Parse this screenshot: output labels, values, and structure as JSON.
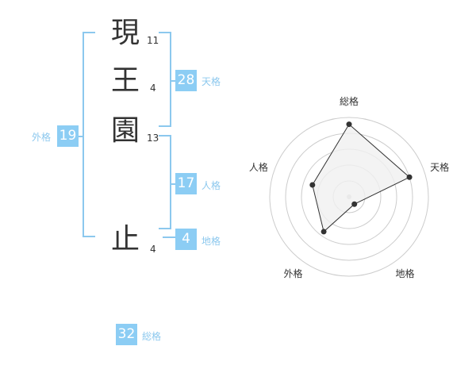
{
  "name": {
    "chars": [
      {
        "char": "現",
        "strokes": "11"
      },
      {
        "char": "王",
        "strokes": "4"
      },
      {
        "char": "園",
        "strokes": "13"
      },
      {
        "char": "止",
        "strokes": "4"
      }
    ]
  },
  "grid": {
    "tenkaku": {
      "value": "28",
      "label": "天格"
    },
    "jinkaku": {
      "value": "17",
      "label": "人格"
    },
    "chikaku": {
      "value": "4",
      "label": "地格"
    },
    "gaikaku": {
      "value": "19",
      "label": "外格"
    },
    "soukaku": {
      "value": "32",
      "label": "総格"
    }
  },
  "chart_data": {
    "type": "radar",
    "axes": [
      "総格",
      "天格",
      "地格",
      "外格",
      "人格"
    ],
    "values": [
      32,
      28,
      4,
      19,
      17
    ],
    "rmax": 35,
    "rings": 5,
    "colors": {
      "line": "#333333",
      "fill": "#f0f0f0",
      "ring": "#cccccc"
    }
  }
}
